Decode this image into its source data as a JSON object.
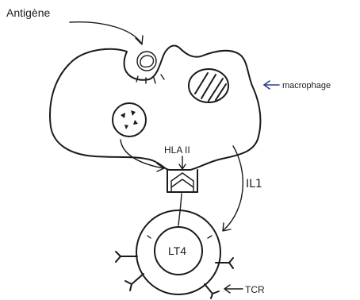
{
  "labels": {
    "antigen": "Antigène",
    "macrophage": "macrophage",
    "hla": "HLA II",
    "il": "IL1",
    "lt": "LT4",
    "tcr": "TCR"
  },
  "colors": {
    "ink": "#1a1a1a",
    "annotation_blue": "#2f3f88",
    "background": "#ffffff"
  }
}
